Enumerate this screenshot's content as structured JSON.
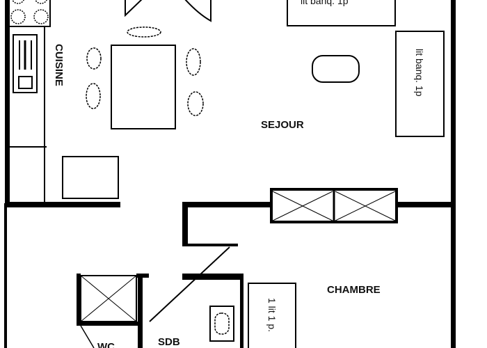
{
  "rooms": {
    "kitchen": "CUISINE",
    "living": "SEJOUR",
    "bedroom": "CHAMBRE",
    "bathroom": "SDB",
    "toilet": "WC"
  },
  "furniture": {
    "top_bed": "lit banq. 1p",
    "right_bed": "lit banq. 1p",
    "bedroom_bed": "1 lit 1 p."
  },
  "colors": {
    "wall": "#000000",
    "background": "#ffffff"
  }
}
